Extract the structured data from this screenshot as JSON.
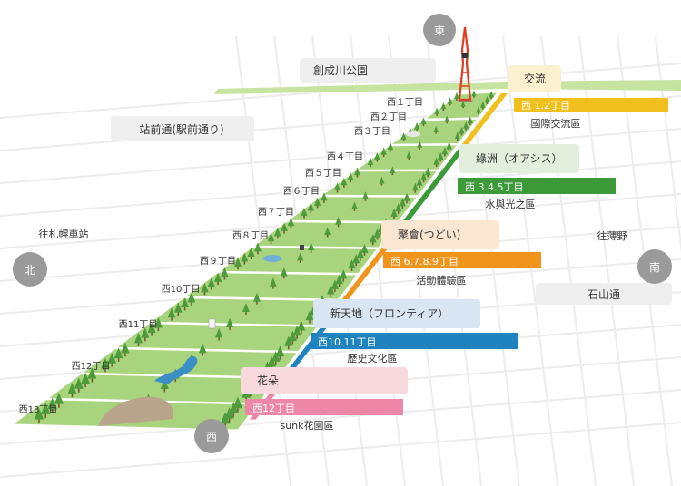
{
  "compass": {
    "east": "東",
    "north": "北",
    "south": "南",
    "west": "西"
  },
  "landmarks": {
    "sosei_river_park": "創成川公園",
    "station_street": "站前通(駅前通り)",
    "sapporo_station": "往札幌車站",
    "susukino": "往薄野",
    "ishiyama_street": "石山通"
  },
  "blocks": [
    "西１丁目",
    "西２丁目",
    "西３丁目",
    "西４丁目",
    "西５丁目",
    "西６丁目",
    "西７丁目",
    "西８丁目",
    "西９丁目",
    "西10丁目",
    "西11丁目",
    "西12丁目",
    "西13丁目"
  ],
  "areas": [
    {
      "name": "交流",
      "range": "西 1.2丁目",
      "zone": "國際交流區",
      "color": "#f2c01e",
      "tint": "#fbf0d0"
    },
    {
      "name": "綠洲（オアシス）",
      "range": "西 3.4.5丁目",
      "zone": "水與光之區",
      "color": "#3d9a38",
      "tint": "#e3efdc"
    },
    {
      "name": "聚會(つどい)",
      "range": "西 6.7.8.9丁目",
      "zone": "活動體驗區",
      "color": "#f0941c",
      "tint": "#fbe6d2"
    },
    {
      "name": "新天地（フロンティア）",
      "range": "西10.11丁目",
      "zone": "歷史文化區",
      "color": "#1f83bf",
      "tint": "#d8e6f3"
    },
    {
      "name": "花朵",
      "range": "西12丁目",
      "zone": "sunk花園區",
      "color": "#ee86a8",
      "tint": "#f8d9de"
    }
  ],
  "colors": {
    "park_green": "#a9d47e",
    "park_light": "#c6e4a0",
    "tree": "#4f9a3a",
    "tower_red": "#e23b22",
    "compass_gray": "#9a9a9a",
    "label_gray": "#efefef",
    "road_gray": "#ececec"
  }
}
